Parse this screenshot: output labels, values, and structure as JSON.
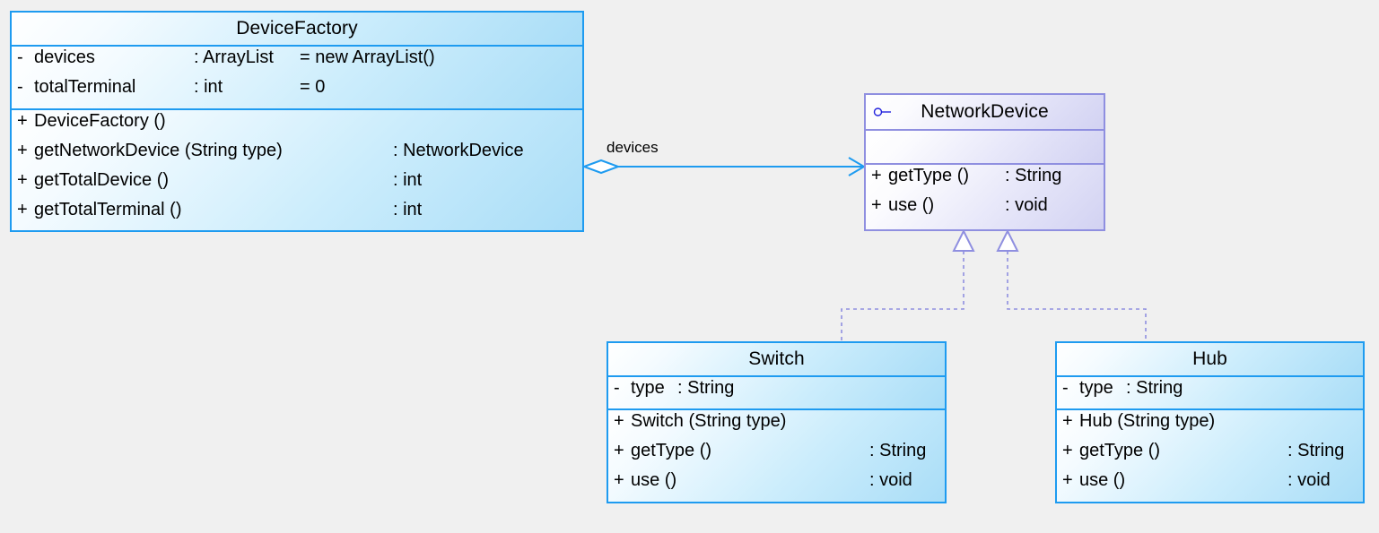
{
  "diagram": {
    "type": "uml-class-diagram",
    "background_color": "#f0f0f0",
    "class_border_color": "#1e9bf0",
    "interface_border_color": "#8f8fe0",
    "association_color": "#1e9bf0",
    "realization_color": "#8f8fe0"
  },
  "classes": {
    "device_factory": {
      "name": "DeviceFactory",
      "stereotype_icon": "",
      "attributes": [
        {
          "visibility": "-",
          "signature": "devices",
          "type": ": ArrayList",
          "value": "= new ArrayList()"
        },
        {
          "visibility": "-",
          "signature": "totalTerminal",
          "type": ": int",
          "value": "= 0"
        }
      ],
      "operations": [
        {
          "visibility": "+",
          "signature": "DeviceFactory ()",
          "returns": ""
        },
        {
          "visibility": "+",
          "signature": "getNetworkDevice (String type)",
          "returns": ": NetworkDevice"
        },
        {
          "visibility": "+",
          "signature": "getTotalDevice ()",
          "returns": ": int"
        },
        {
          "visibility": "+",
          "signature": "getTotalTerminal ()",
          "returns": ": int"
        }
      ]
    },
    "network_device": {
      "name": "NetworkDevice",
      "stereotype_icon": "interface-lollipop-icon",
      "attributes": [],
      "operations": [
        {
          "visibility": "+",
          "signature": "getType ()",
          "returns": ": String"
        },
        {
          "visibility": "+",
          "signature": "use ()",
          "returns": ": void"
        }
      ]
    },
    "switch": {
      "name": "Switch",
      "stereotype_icon": "",
      "attributes": [
        {
          "visibility": "-",
          "signature": "type",
          "type": ": String",
          "value": ""
        }
      ],
      "operations": [
        {
          "visibility": "+",
          "signature": "Switch (String type)",
          "returns": ""
        },
        {
          "visibility": "+",
          "signature": "getType ()",
          "returns": ": String"
        },
        {
          "visibility": "+",
          "signature": "use ()",
          "returns": ": void"
        }
      ]
    },
    "hub": {
      "name": "Hub",
      "stereotype_icon": "",
      "attributes": [
        {
          "visibility": "-",
          "signature": "type",
          "type": ": String",
          "value": ""
        }
      ],
      "operations": [
        {
          "visibility": "+",
          "signature": "Hub (String type)",
          "returns": ""
        },
        {
          "visibility": "+",
          "signature": "getType ()",
          "returns": ": String"
        },
        {
          "visibility": "+",
          "signature": "use ()",
          "returns": ": void"
        }
      ]
    }
  },
  "relationships": [
    {
      "kind": "aggregation",
      "from": "DeviceFactory",
      "to": "NetworkDevice",
      "label": "devices"
    },
    {
      "kind": "realization",
      "from": "Switch",
      "to": "NetworkDevice",
      "label": ""
    },
    {
      "kind": "realization",
      "from": "Hub",
      "to": "NetworkDevice",
      "label": ""
    }
  ]
}
